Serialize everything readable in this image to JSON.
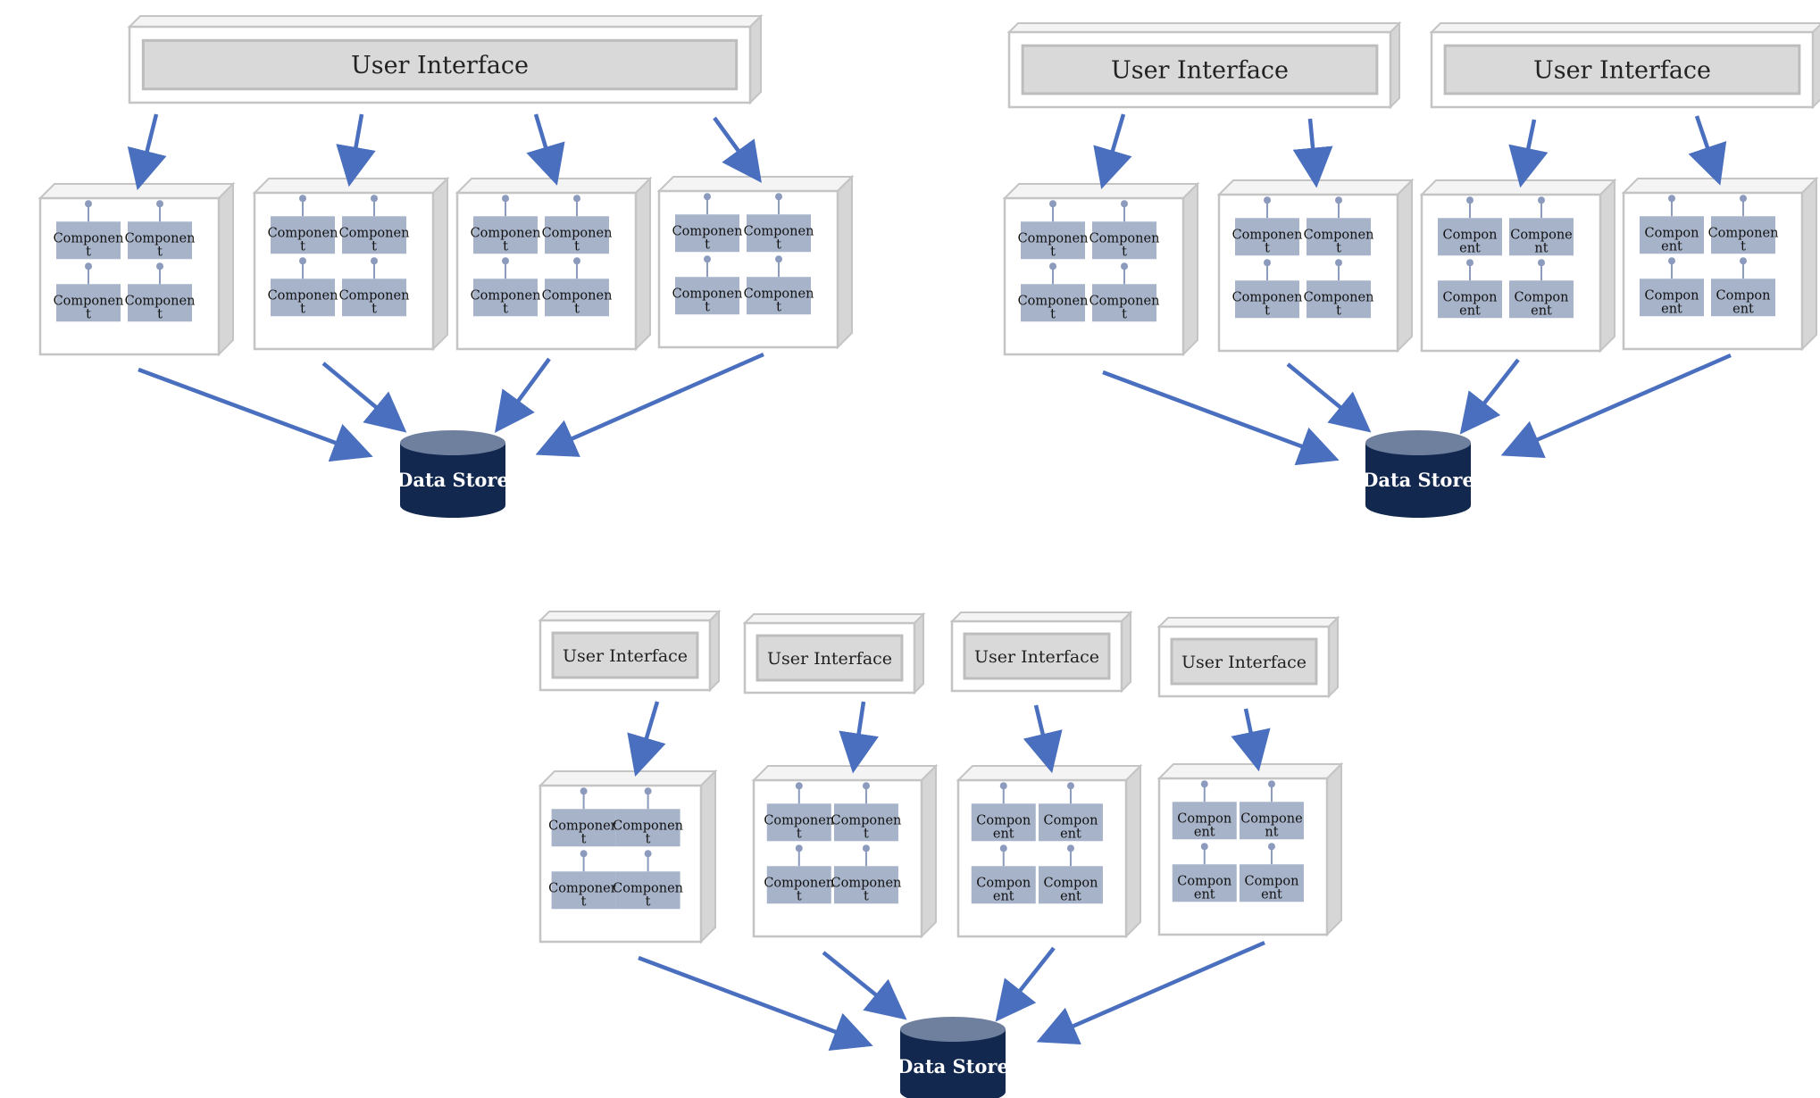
{
  "colors": {
    "box_stroke": "#c4c4c4",
    "box_side": "#d6d6d6",
    "box_top": "#f4f4f4",
    "ui_inner_fill": "#d9d9d9",
    "ui_inner_stroke": "#bdbdbd",
    "component_fill": "#a7b3c9",
    "component_pin": "#8c9bbd",
    "arrow": "#4a6fbe",
    "db_body": "#13284f",
    "db_top": "#6f7f9e",
    "db_text": "#ffffff",
    "text": "#222222"
  },
  "diagrams": [
    {
      "id": "monolithic",
      "user_interfaces": [
        "User Interface"
      ],
      "modules": [
        {
          "components": [
            [
              "Componen",
              "t"
            ],
            [
              "Componen",
              "t"
            ],
            [
              "Componen",
              "t"
            ],
            [
              "Componen",
              "t"
            ]
          ]
        },
        {
          "components": [
            [
              "Componen",
              "t"
            ],
            [
              "Componen",
              "t"
            ],
            [
              "Componen",
              "t"
            ],
            [
              "Componen",
              "t"
            ]
          ]
        },
        {
          "components": [
            [
              "Componen",
              "t"
            ],
            [
              "Componen",
              "t"
            ],
            [
              "Componen",
              "t"
            ],
            [
              "Componen",
              "t"
            ]
          ]
        },
        {
          "components": [
            [
              "Componen",
              "t"
            ],
            [
              "Componen",
              "t"
            ],
            [
              "Componen",
              "t"
            ],
            [
              "Componen",
              "t"
            ]
          ]
        }
      ],
      "data_store": "Data Store"
    },
    {
      "id": "two-ui",
      "user_interfaces": [
        "User Interface",
        "User Interface"
      ],
      "modules": [
        {
          "components": [
            [
              "Componen",
              "t"
            ],
            [
              "Componen",
              "t"
            ],
            [
              "Componen",
              "t"
            ],
            [
              "Componen",
              "t"
            ]
          ]
        },
        {
          "components": [
            [
              "Componen",
              "t"
            ],
            [
              "Componen",
              "t"
            ],
            [
              "Componen",
              "t"
            ],
            [
              "Componen",
              "t"
            ]
          ]
        },
        {
          "components": [
            [
              "Compon",
              "ent"
            ],
            [
              "Compone",
              "nt"
            ],
            [
              "Compon",
              "ent"
            ],
            [
              "Compon",
              "ent"
            ]
          ]
        },
        {
          "components": [
            [
              "Compon",
              "ent"
            ],
            [
              "Componen",
              "t"
            ],
            [
              "Compon",
              "ent"
            ],
            [
              "Compon",
              "ent"
            ]
          ]
        }
      ],
      "data_store": "Data Store"
    },
    {
      "id": "micro-frontends",
      "user_interfaces": [
        "User Interface",
        "User Interface",
        "User Interface",
        "User Interface"
      ],
      "modules": [
        {
          "components": [
            [
              "Componen",
              "t"
            ],
            [
              "Componen",
              "t"
            ],
            [
              "Componen",
              "t"
            ],
            [
              "Componen",
              "t"
            ]
          ]
        },
        {
          "components": [
            [
              "Componen",
              "t"
            ],
            [
              "Componen",
              "t"
            ],
            [
              "Componen",
              "t"
            ],
            [
              "Componen",
              "t"
            ]
          ]
        },
        {
          "components": [
            [
              "Compon",
              "ent"
            ],
            [
              "Compon",
              "ent"
            ],
            [
              "Compon",
              "ent"
            ],
            [
              "Compon",
              "ent"
            ]
          ]
        },
        {
          "components": [
            [
              "Compon",
              "ent"
            ],
            [
              "Compone",
              "nt"
            ],
            [
              "Compon",
              "ent"
            ],
            [
              "Compon",
              "ent"
            ]
          ]
        }
      ],
      "data_store": "Data Store"
    }
  ]
}
